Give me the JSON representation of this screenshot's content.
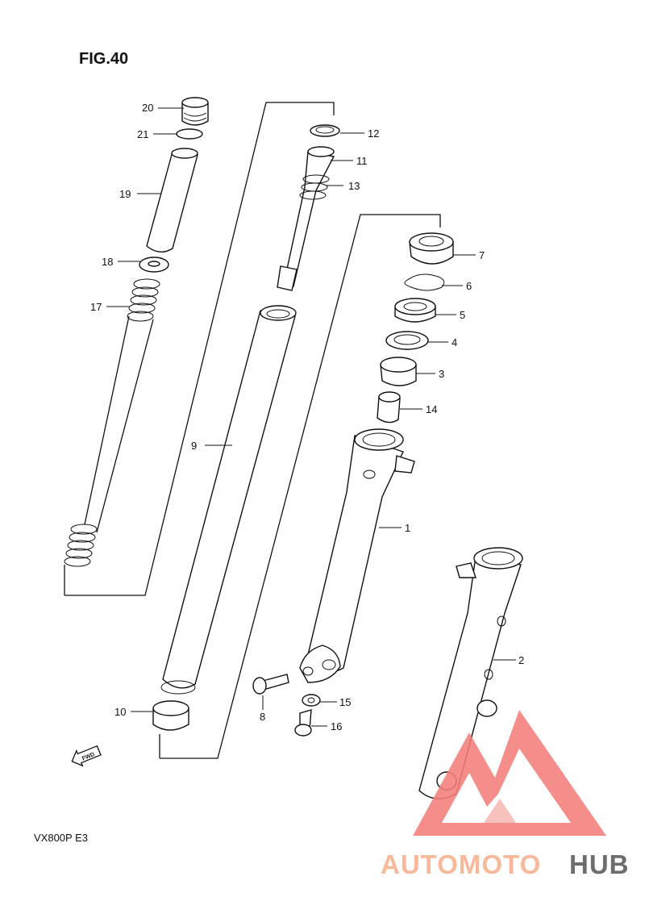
{
  "figure": {
    "title": "FIG.40",
    "model": "VX800P  E3",
    "fwd": "FWD"
  },
  "logo": {
    "part1": "AUTOMOTO",
    "part2": "HUB",
    "color_main": "#f47f7a",
    "color_dark": "#6d6d6d",
    "color_light": "#f7b9b5"
  },
  "callouts": {
    "c1": "1",
    "c2": "2",
    "c3": "3",
    "c4": "4",
    "c5": "5",
    "c6": "6",
    "c7": "7",
    "c8": "8",
    "c9": "9",
    "c10": "10",
    "c11": "11",
    "c12": "12",
    "c13": "13",
    "c14": "14",
    "c15": "15",
    "c16": "16",
    "c17": "17",
    "c18": "18",
    "c19": "19",
    "c20": "20",
    "c21": "21"
  }
}
